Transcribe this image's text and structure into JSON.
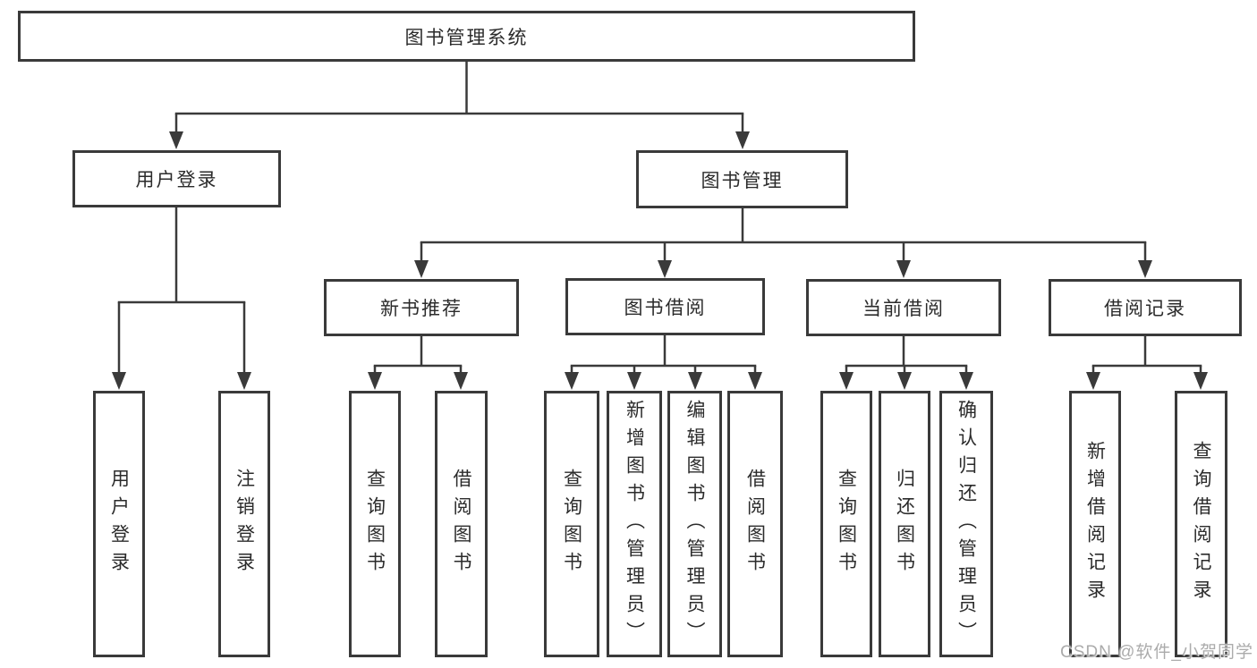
{
  "diagram": {
    "title": "图书管理系统",
    "nodes": {
      "root": {
        "label": "图书管理系统"
      },
      "user_login": {
        "label": "用户登录"
      },
      "book_mgmt": {
        "label": "图书管理"
      },
      "new_book_rec": {
        "label": "新书推荐"
      },
      "book_borrow": {
        "label": "图书借阅"
      },
      "current_borrow": {
        "label": "当前借阅"
      },
      "borrow_records": {
        "label": "借阅记录"
      },
      "leaf_user_login": {
        "label": "用户登录"
      },
      "leaf_logout": {
        "label": "注销登录"
      },
      "leaf_nb_query": {
        "label": "查询图书"
      },
      "leaf_nb_borrow": {
        "label": "借阅图书"
      },
      "leaf_bb_query": {
        "label": "查询图书"
      },
      "leaf_bb_add": {
        "label": "新增图书（管理员）"
      },
      "leaf_bb_edit": {
        "label": "编辑图书（管理员）"
      },
      "leaf_bb_borrow": {
        "label": "借阅图书"
      },
      "leaf_cb_query": {
        "label": "查询图书"
      },
      "leaf_cb_return": {
        "label": "归还图书"
      },
      "leaf_cb_confirm": {
        "label": "确认归还（管理员）"
      },
      "leaf_br_add": {
        "label": "新增借阅记录"
      },
      "leaf_br_query": {
        "label": "查询借阅记录"
      }
    },
    "colors": {
      "line": "#3a3a3a",
      "border": "#3a3a3a",
      "text": "#2b2b2b",
      "background": "#ffffff",
      "watermark": "#ababab"
    },
    "watermark": "CSDN @软件_小贺同学"
  }
}
